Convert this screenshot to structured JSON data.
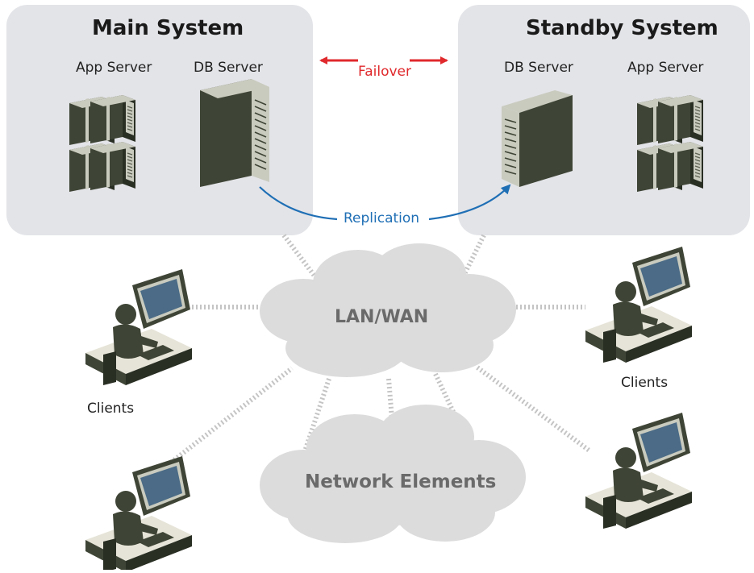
{
  "main_system": {
    "title": "Main System",
    "app_server_label": "App Server",
    "db_server_label": "DB Server"
  },
  "standby_system": {
    "title": "Standby System",
    "db_server_label": "DB Server",
    "app_server_label": "App Server"
  },
  "links": {
    "failover_label": "Failover",
    "replication_label": "Replication"
  },
  "network": {
    "lan_wan_label": "LAN/WAN",
    "network_elements_label": "Network Elements"
  },
  "clients": {
    "left_label": "Clients",
    "right_label": "Clients"
  },
  "colors": {
    "panel": "#e3e4e8",
    "failover": "#e0292c",
    "replication": "#1f6fb5",
    "cloud": "#dcdcdc",
    "server_dark": "#3f4536",
    "server_light": "#c9cbbf",
    "screen": "#4b6b86"
  }
}
